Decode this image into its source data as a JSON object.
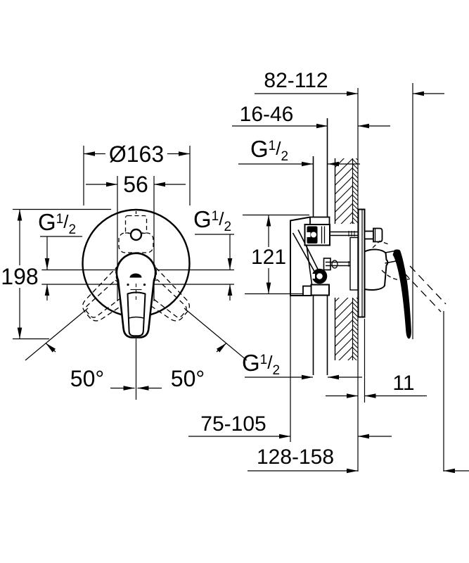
{
  "drawing": {
    "front_view": {
      "plate_diameter": "Ø163",
      "body_width": "56",
      "overall_height": "198",
      "swing_angle_left": "50°",
      "swing_angle_right": "50°"
    },
    "side_view": {
      "handle_depth_range": "82-112",
      "installation_depth_range": "16-46",
      "body_height": "121",
      "plate_offset": "11",
      "rough_in_depth_range": "75-105",
      "overall_depth_range": "128-158"
    },
    "thread_spec": {
      "letter": "G",
      "numerator": "1",
      "slash": "/",
      "denominator": "2"
    }
  }
}
